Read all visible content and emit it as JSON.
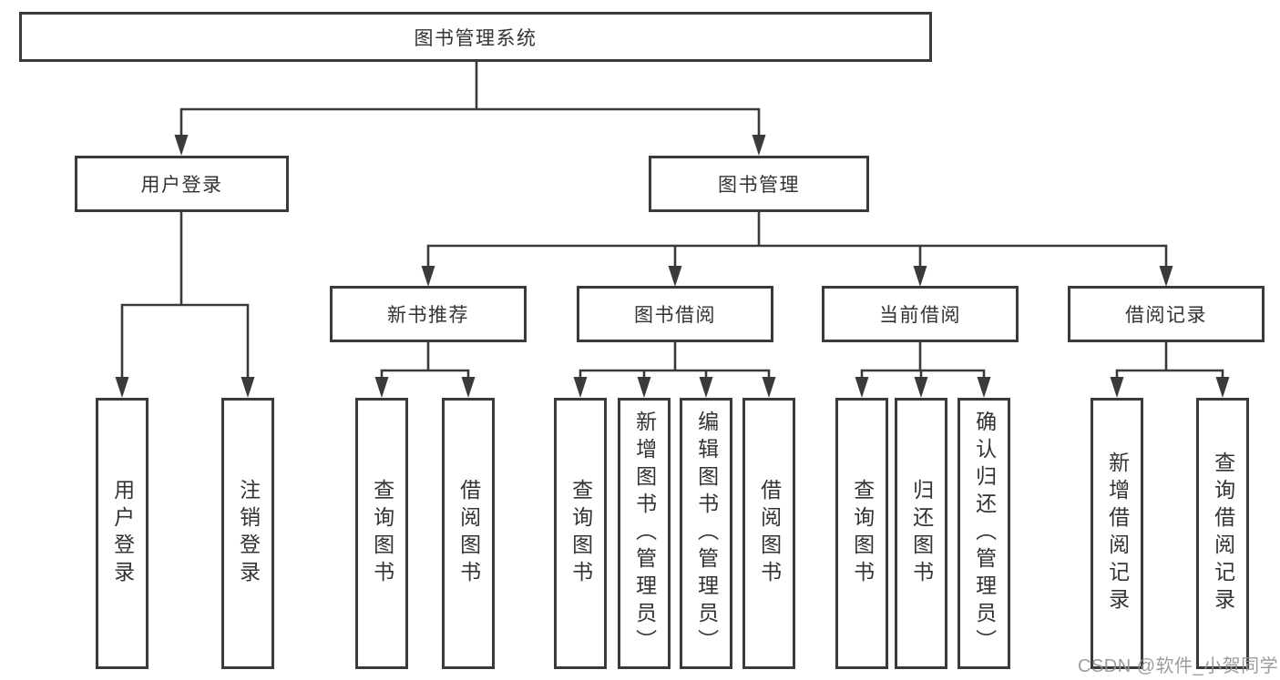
{
  "diagram": {
    "root": {
      "label": "图书管理系统"
    },
    "branches": [
      {
        "label": "用户登录",
        "children": [
          {
            "label": "用户登录"
          },
          {
            "label": "注销登录"
          }
        ]
      },
      {
        "label": "图书管理",
        "children": [
          {
            "label": "新书推荐",
            "children": [
              {
                "label": "查询图书"
              },
              {
                "label": "借阅图书"
              }
            ]
          },
          {
            "label": "图书借阅",
            "children": [
              {
                "label": "查询图书"
              },
              {
                "label": "新增图书（管理员）"
              },
              {
                "label": "编辑图书（管理员）"
              },
              {
                "label": "借阅图书"
              }
            ]
          },
          {
            "label": "当前借阅",
            "children": [
              {
                "label": "查询图书"
              },
              {
                "label": "归还图书"
              },
              {
                "label": "确认归还（管理员）"
              }
            ]
          },
          {
            "label": "借阅记录",
            "children": [
              {
                "label": "新增借阅记录"
              },
              {
                "label": "查询借阅记录"
              }
            ]
          }
        ]
      }
    ]
  },
  "watermark": {
    "text": "CSDN @软件_小贺同学"
  },
  "colors": {
    "line": "#3a3a3a",
    "border": "#3a3a3a",
    "text": "#333333",
    "watermark": "#949494",
    "background": "#ffffff"
  }
}
